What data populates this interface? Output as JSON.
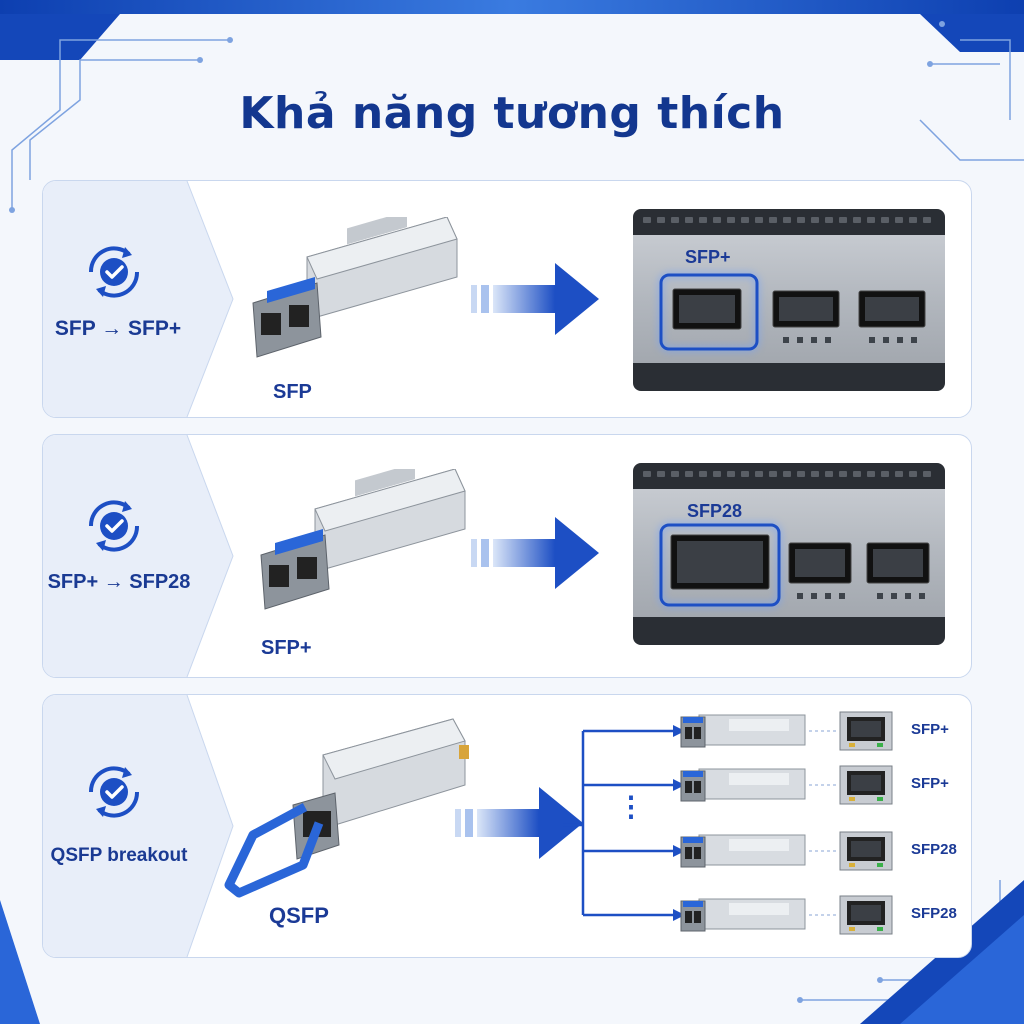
{
  "title": "Khả năng tương thích",
  "colors": {
    "primary": "#13378f",
    "accent": "#2a66d8",
    "panel_dark": "#2a2e34"
  },
  "rows": [
    {
      "label": "SFP → SFP+",
      "module_label": "SFP",
      "port_label": "SFP+",
      "icon": "check-sync-icon"
    },
    {
      "label": "SFP+ → SFP28",
      "module_label": "SFP+",
      "port_label": "SFP28",
      "icon": "check-sync-icon"
    },
    {
      "label": "QSFP breakout",
      "module_label": "QSFP",
      "icon": "check-sync-icon",
      "breakout": [
        "SFP+",
        "SFP+",
        "SFP28",
        "SFP28"
      ],
      "ellipsis": "⋮"
    }
  ]
}
